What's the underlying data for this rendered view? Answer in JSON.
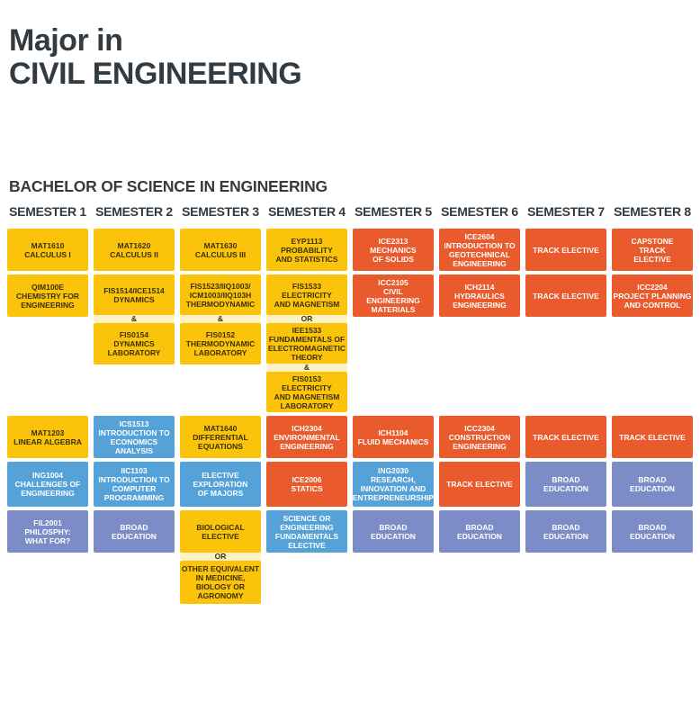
{
  "page": {
    "title_line1": "Major in",
    "title_line2": "CIVIL ENGINEERING",
    "subtitle": "BACHELOR OF SCIENCE IN ENGINEERING"
  },
  "palette": {
    "course_yellow": "#FCC30B",
    "connector_pale_yellow": "#FCF3C5",
    "course_orange": "#E95A2D",
    "course_blue": "#55A2D8",
    "course_periwinkle": "#7B8CC7",
    "heading_text": "#333B42",
    "yellow_box_text": "#3A3108",
    "light_box_text": "#FFFFFF"
  },
  "semesters": [
    {
      "label": "SEMESTER 1",
      "blocks": [
        {
          "kind": "course",
          "text": "MAT1610\nCALCULUS I"
        },
        {
          "kind": "course",
          "text": "QIM100E\nCHEMISTRY FOR\nENGINEERING"
        },
        {
          "kind": "course",
          "text": "MAT1203\nLINEAR ALGEBRA"
        },
        {
          "kind": "course",
          "text": "ING1004\nCHALLENGES OF\nENGINEERING"
        },
        {
          "kind": "course",
          "text": "FIL2001\nPHILOSPHY:\nWHAT FOR?"
        }
      ]
    },
    {
      "label": "SEMESTER 2",
      "blocks": [
        {
          "kind": "course",
          "text": "MAT1620\nCALCULUS II"
        },
        {
          "kind": "course",
          "text": "FIS1514/ICE1514\nDYNAMICS"
        },
        {
          "kind": "connector",
          "text": "&"
        },
        {
          "kind": "course",
          "text": "FIS0154\nDYNAMICS\nLABORATORY"
        },
        {
          "kind": "course",
          "text": "ICS1513\nINTRODUCTION TO\nECONOMICS\nANALYSIS"
        },
        {
          "kind": "course",
          "text": "IIC1103\nINTRODUCTION TO\nCOMPUTER\nPROGRAMMING"
        },
        {
          "kind": "course",
          "text": "BROAD\nEDUCATION"
        }
      ]
    },
    {
      "label": "SEMESTER 3",
      "blocks": [
        {
          "kind": "course",
          "text": "MAT1630\nCALCULUS III"
        },
        {
          "kind": "course",
          "text": "FIS1523/IIQ1003/\nICM1003/IIQ103H\nTHERMODYNAMIC"
        },
        {
          "kind": "connector",
          "text": "&"
        },
        {
          "kind": "course",
          "text": "FIS0152\nTHERMODYNAMIC\nLABORATORY"
        },
        {
          "kind": "course",
          "text": "MAT1640\nDIFFERENTIAL\nEQUATIONS"
        },
        {
          "kind": "course",
          "text": "ELECTIVE\nEXPLORATION\nOF MAJORS"
        },
        {
          "kind": "course",
          "text": "BIOLOGICAL\nELECTIVE"
        },
        {
          "kind": "connector",
          "text": "OR"
        },
        {
          "kind": "course",
          "text": "OTHER EQUIVALENT\nIN MEDICINE,\nBIOLOGY OR\nAGRONOMY"
        }
      ]
    },
    {
      "label": "SEMESTER 4",
      "blocks": [
        {
          "kind": "course",
          "text": "EYP1113\nPROBABILITY\nAND STATISTICS"
        },
        {
          "kind": "course",
          "text": "FIS1533\nELECTRICITY\nAND MAGNETISM"
        },
        {
          "kind": "connector",
          "text": "OR"
        },
        {
          "kind": "course",
          "text": "IEE1533\nFUNDAMENTALS OF\nELECTROMAGNETIC\nTHEORY"
        },
        {
          "kind": "connector",
          "text": "&"
        },
        {
          "kind": "course",
          "text": "FIS0153\nELECTRICITY\nAND MAGNETISM\nLABORATORY"
        },
        {
          "kind": "course",
          "text": "ICH2304\nENVIRONMENTAL\nENGINEERING"
        },
        {
          "kind": "course",
          "text": "ICE2006\nSTATICS"
        },
        {
          "kind": "course",
          "text": "SCIENCE OR\nENGINEERING\nFUNDAMENTALS\nELECTIVE"
        }
      ]
    },
    {
      "label": "SEMESTER 5",
      "blocks": [
        {
          "kind": "course",
          "text": "ICE2313\nMECHANICS\nOF SOLIDS"
        },
        {
          "kind": "course",
          "text": "ICC2105\nCIVIL\nENGINEERING\nMATERIALS"
        },
        {
          "kind": "course",
          "text": "ICH1104\nFLUID MECHANICS"
        },
        {
          "kind": "course",
          "text": "ING2030\nRESEARCH,\nINNOVATION AND\nENTREPRENEURSHIP"
        },
        {
          "kind": "course",
          "text": "BROAD\nEDUCATION"
        }
      ]
    },
    {
      "label": "SEMESTER 6",
      "blocks": [
        {
          "kind": "course",
          "text": "ICE2604\nINTRODUCTION TO\nGEOTECHNICAL\nENGINEERING"
        },
        {
          "kind": "course",
          "text": "ICH2114\nHYDRAULICS\nENGINEERING"
        },
        {
          "kind": "course",
          "text": "ICC2304\nCONSTRUCTION\nENGINEERING"
        },
        {
          "kind": "course",
          "text": "TRACK ELECTIVE"
        },
        {
          "kind": "course",
          "text": "BROAD\nEDUCATION"
        }
      ]
    },
    {
      "label": "SEMESTER 7",
      "blocks": [
        {
          "kind": "course",
          "text": "TRACK ELECTIVE"
        },
        {
          "kind": "course",
          "text": "TRACK ELECTIVE"
        },
        {
          "kind": "course",
          "text": "TRACK ELECTIVE"
        },
        {
          "kind": "course",
          "text": "BROAD\nEDUCATION"
        },
        {
          "kind": "course",
          "text": "BROAD\nEDUCATION"
        }
      ]
    },
    {
      "label": "SEMESTER 8",
      "blocks": [
        {
          "kind": "course",
          "text": "CAPSTONE\nTRACK\nELECTIVE"
        },
        {
          "kind": "course",
          "text": "ICC2204\nPROJECT PLANNING\nAND CONTROL"
        },
        {
          "kind": "course",
          "text": "TRACK ELECTIVE"
        },
        {
          "kind": "course",
          "text": "BROAD\nEDUCATION"
        },
        {
          "kind": "course",
          "text": "BROAD\nEDUCATION"
        }
      ]
    }
  ]
}
